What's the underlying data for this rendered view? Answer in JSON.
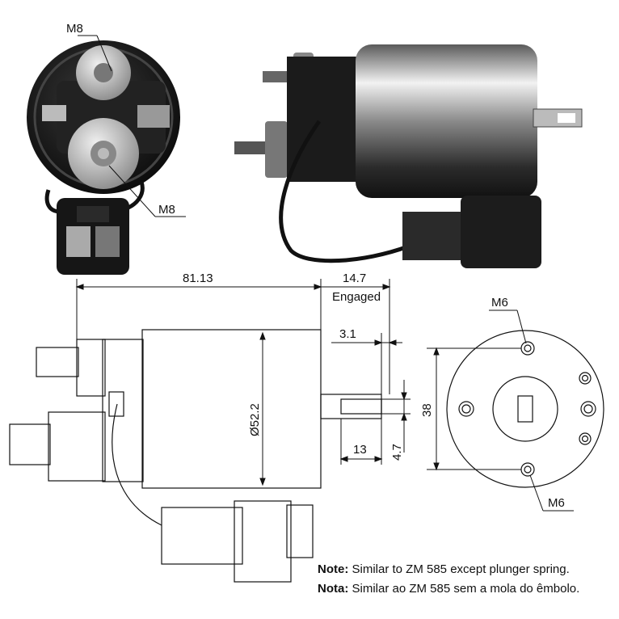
{
  "photo_top_view": {
    "label_upper": "M8",
    "label_lower": "M8"
  },
  "drawing": {
    "dim_length": "81.13",
    "dim_travel": "14.7",
    "dim_travel_note": "Engaged",
    "dim_small": "3.1",
    "dim_diameter": "Ø52.2",
    "dim_plunger_length": "13",
    "dim_slot": "4.7",
    "dim_bolt_spacing": "38",
    "end_label_top": "M6",
    "end_label_bottom": "M6"
  },
  "notes": [
    {
      "prefix": "Note:",
      "text": " Similar to ZM 585 except plunger spring."
    },
    {
      "prefix": "Nota:",
      "text": " Similar ao ZM 585 sem a mola do êmbolo."
    }
  ],
  "colors": {
    "metal_dark": "#1a1a1a",
    "metal_light": "#d9d9d9",
    "line": "#111111"
  }
}
